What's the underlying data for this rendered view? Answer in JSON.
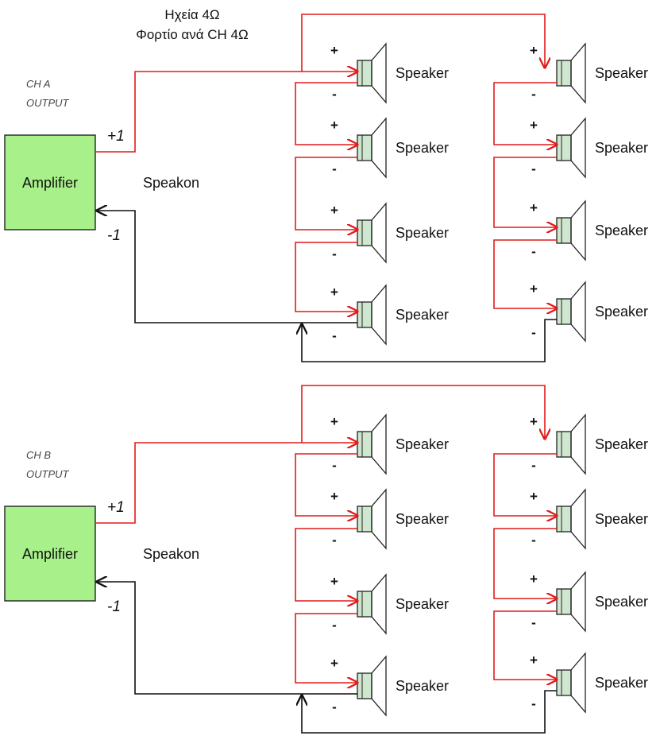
{
  "title_line1": "Ηχεία 4Ω",
  "title_line2": "Φορτίο ανά CH 4Ω",
  "colors": {
    "positive_wire": "#e21a1a",
    "negative_wire": "#111111",
    "amplifier_fill": "#a8f08a",
    "speaker_fill": "#cfe6cf"
  },
  "channels": [
    {
      "output_line1": "CH A",
      "output_line2": "OUTPUT",
      "amplifier_label": "Amplifier",
      "plus_terminal": "+1",
      "minus_terminal": "-1",
      "connector_label": "Speakon",
      "speaker_label": "Speaker",
      "plus_sign": "+",
      "minus_sign": "-",
      "speaker_count": 8
    },
    {
      "output_line1": "CH B",
      "output_line2": "OUTPUT",
      "amplifier_label": "Amplifier",
      "plus_terminal": "+1",
      "minus_terminal": "-1",
      "connector_label": "Speakon",
      "speaker_label": "Speaker",
      "plus_sign": "+",
      "minus_sign": "-",
      "speaker_count": 8
    }
  ]
}
